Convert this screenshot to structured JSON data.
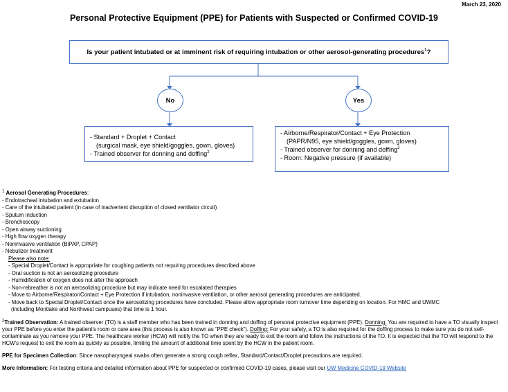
{
  "date": "March 23, 2020",
  "title": "Personal Protective Equipment (PPE) for Patients with Suspected or Confirmed COVID-19",
  "question": {
    "text": "Is your patient intubated or at imminent risk of requiring intubation or other aerosol-generating procedures",
    "sup": "1",
    "end": "?"
  },
  "no": {
    "label": "No",
    "line1": "- Standard + Droplet + Contact",
    "line2": "(surgical mask, eye shield/goggles, gown, gloves)",
    "line3": "- Trained observer for donning and doffing",
    "line3_sup": "2"
  },
  "yes": {
    "label": "Yes",
    "line1": "- Airborne/Respirator/Contact + Eye Protection",
    "line2": "(PAPR/N95, eye shield/goggles, gown, gloves)",
    "line3": "- Trained observer for donning and doffing",
    "line3_sup": "2",
    "line4": "- Room: Negative pressure (if available)"
  },
  "agp": {
    "sup": "1",
    "heading": "Aerosol Generating Procedures",
    "heading_colon": ":",
    "items": [
      "- Endotracheal intubation and extubation",
      "- Care of the intubated patient (in case of inadvertent disruption of closed ventilator circuit)",
      "- Sputum induction",
      "- Bronchoscopy",
      "- Open airway suctioning",
      "- High flow oxygen therapy",
      "- Noninvasive ventilation (BiPAP, CPAP)",
      "- Nebulizer treatment"
    ],
    "note_heading": "Please also note:",
    "notes": [
      "- Special Droplet/Contact is appropriate for coughing patients not requiring procedures described above",
      "- Oral suction is not an aerosolizing procedure",
      "- Humidification of oxygen does not alter the approach",
      "- Non-rebreather is not an aerosolizing procedure but may indicate need for escalated therapies",
      "- Move to Airborne/Respirator/Contact + Eye Protection if intubation, noninvasive ventilation, or other aerosol generating procedures are anticipated.",
      "- Move back to Special Droplet/Contact once the aerosolizing procedures have concluded. Please allow appropriate room turnover time depending on location. For HMC and UWMC",
      "(including Montlake and Northwest campuses) that time is 1 hour."
    ]
  },
  "trained": {
    "sup": "2",
    "heading": "Trained Observation:",
    "text1": " A trained observer (TO) is a staff member who has been trained in donning and doffing of personal protective equipment (PPE). ",
    "donning_label": "Donning:",
    "text2": " You are required to have a TO visually inspect your PPE before you enter the patient's room or care area (this process is also known as “PPE check”). ",
    "doffing_label": "Doffing:",
    "text3": " For your safety, a TO is also required for the doffing process to make sure you do not self-contaminate as you remove your PPE. The healthcare worker (HCW) will notify the TO when they are ready to exit the room and follow the instructions of the TO. It is expected that the TO will respond to the HCW's request to exit the room as quickly as possible, limiting the amount of additional time spent by the HCW in the patient room."
  },
  "specimen": {
    "heading": "PPE for Specimen Collection",
    "text": ": Since nasopharyngeal swabs often generate a strong cough reflex, Standard/Contact/Droplet precautions are required."
  },
  "more": {
    "heading": "More Information:",
    "text": " For testing criteria and detailed information about PPE for suspected or confirmed COVID-19 cases, please visit our ",
    "link": "UW Medicine COVID-19 Website"
  },
  "colors": {
    "line": "#4472c4",
    "link": "#1f5db8"
  }
}
